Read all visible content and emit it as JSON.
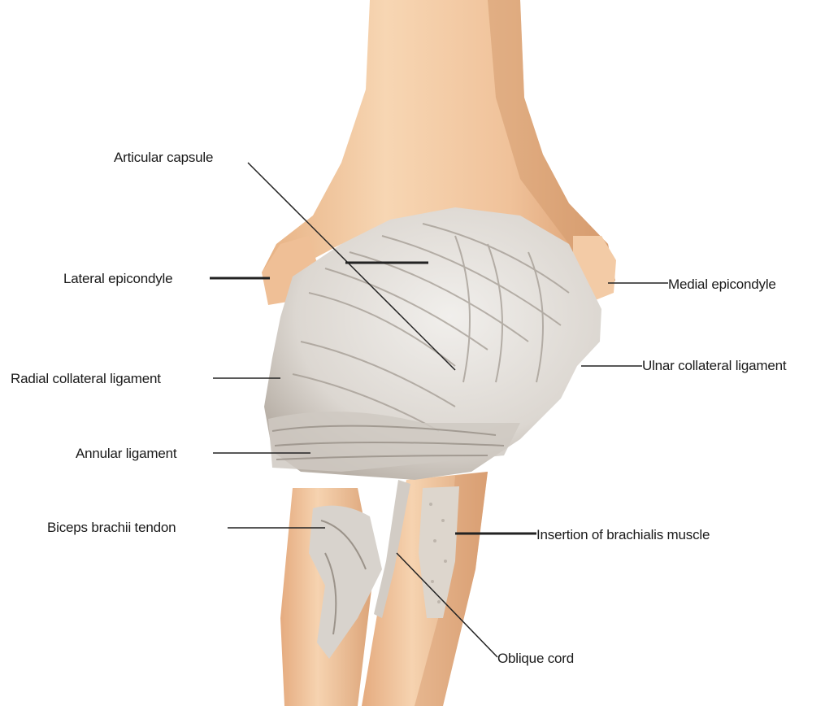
{
  "labels": {
    "articular_capsule": "Articular capsule",
    "lateral_epicondyle": "Lateral epicondyle",
    "radial_collateral_ligament": "Radial collateral ligament",
    "annular_ligament": "Annular ligament",
    "biceps_brachii_tendon": "Biceps brachii tendon",
    "medial_epicondyle": "Medial epicondyle",
    "ulnar_collateral_ligament": "Ulnar collateral ligament",
    "insertion_of_brachialis_muscle": "Insertion of brachialis muscle",
    "oblique_cord": "Oblique cord"
  },
  "colors": {
    "bone": "#f2c9a0",
    "bone_shadow": "#d9a073",
    "ligament": "#e6e3df",
    "ligament_shadow": "#b8b2ab",
    "leader_line": "#222222"
  }
}
